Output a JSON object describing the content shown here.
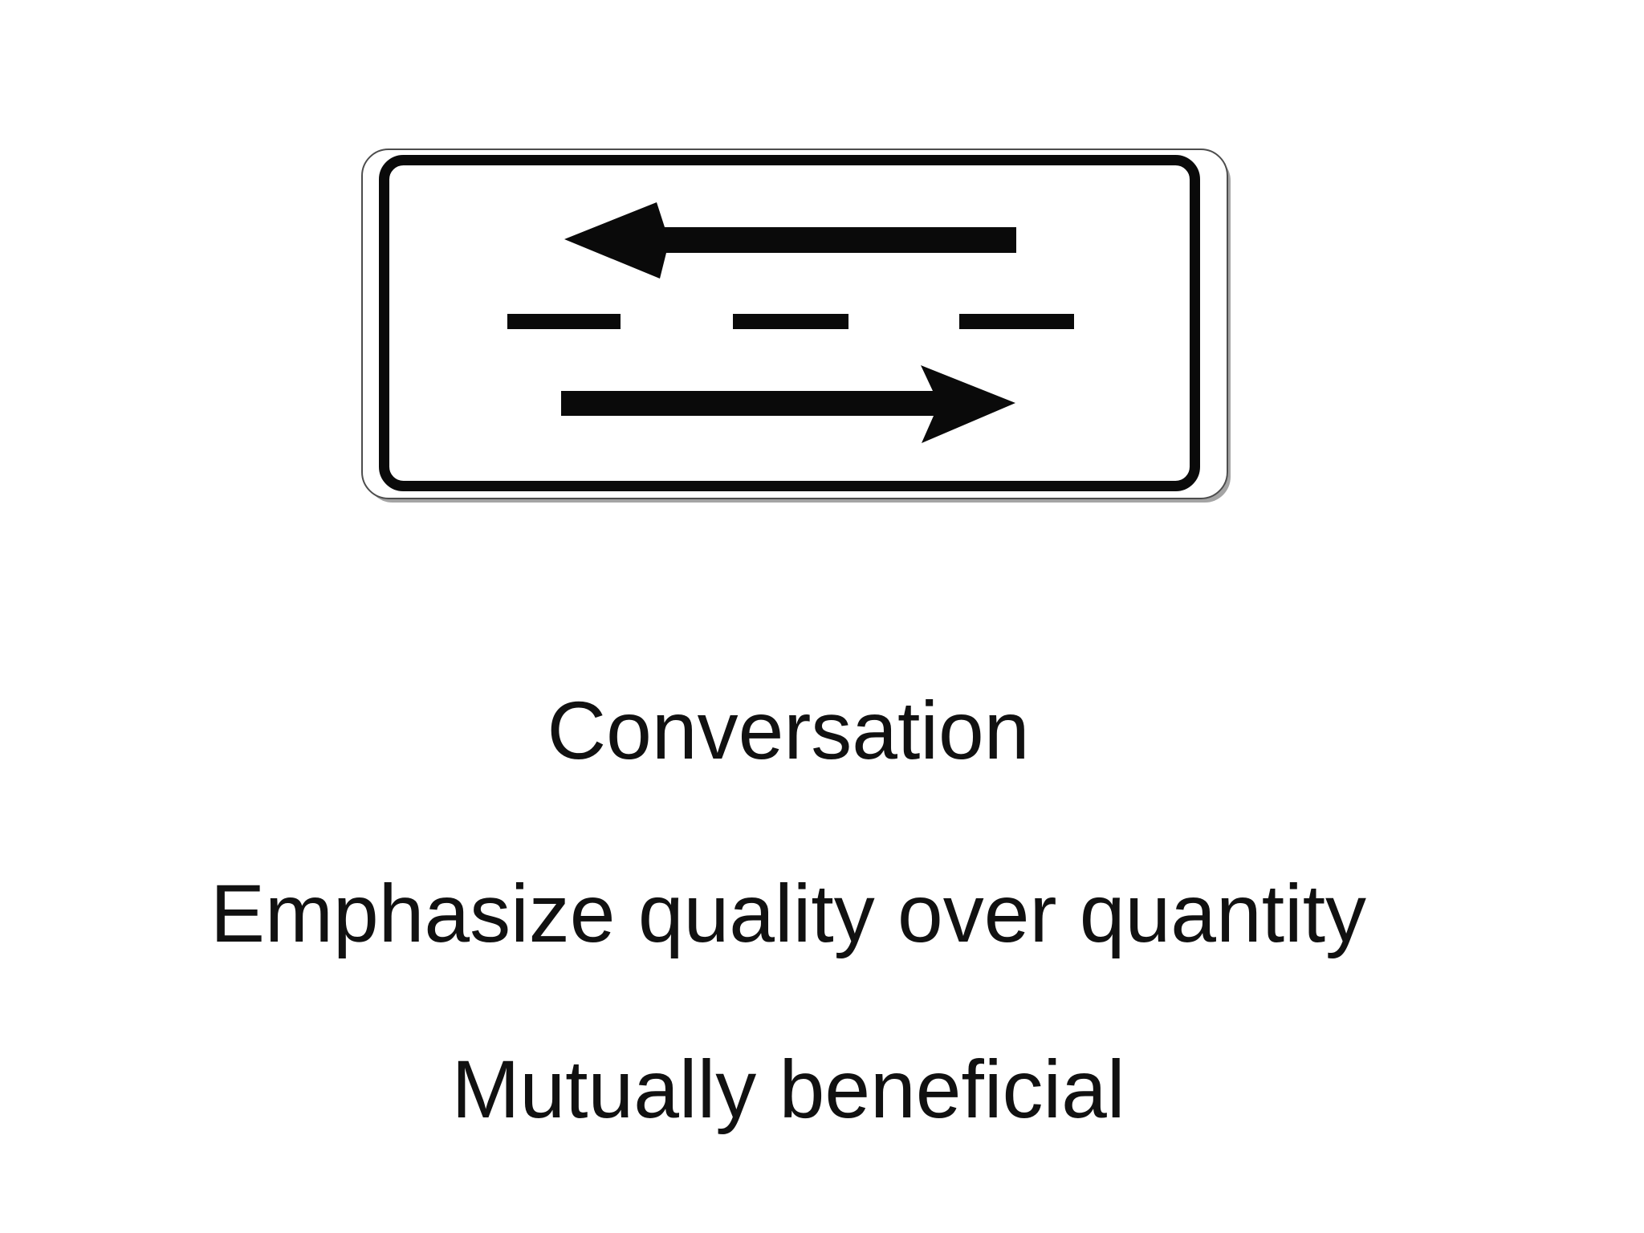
{
  "sign": {
    "type": "two-way-traffic-road-sign",
    "description": "Rectangular white sign with black rounded inner border, a left-pointing arrow on top, a dashed lane divider line in the middle and a right-pointing arrow below",
    "colors": {
      "foreground": "#0a0a0a",
      "background": "#ffffff",
      "outline": "#4d4d4d"
    }
  },
  "captions": {
    "line1": "Conversation",
    "line2": "Emphasize quality over quantity",
    "line3": "Mutually beneficial"
  }
}
